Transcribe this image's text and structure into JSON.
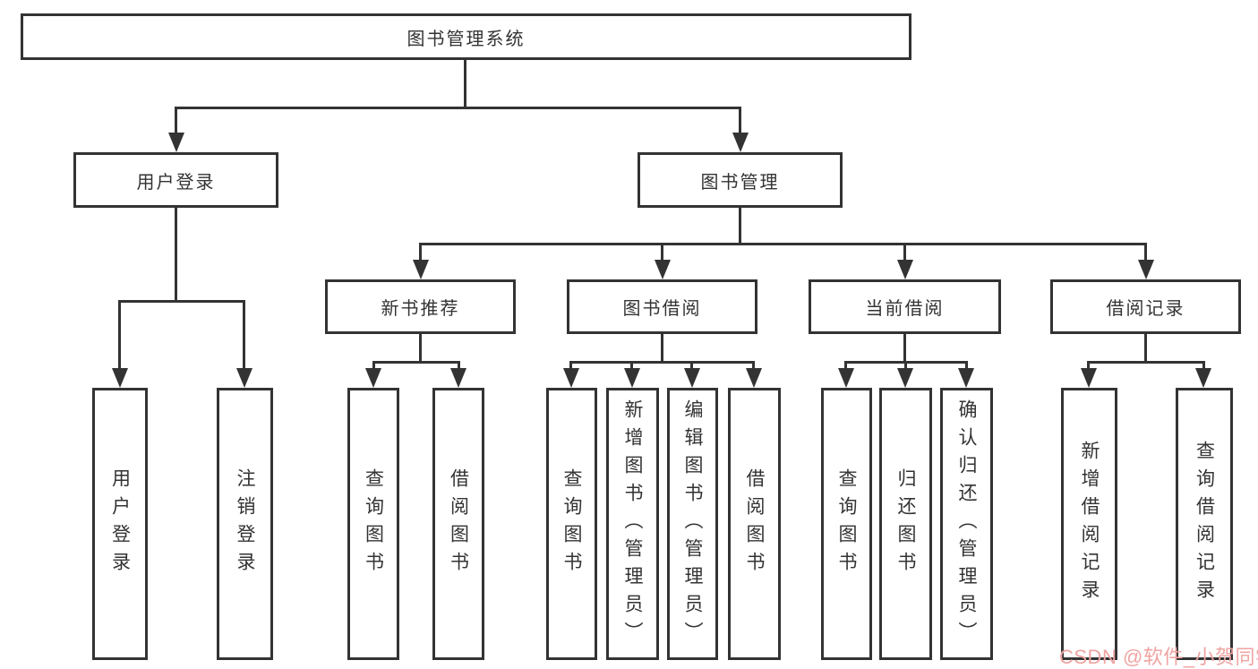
{
  "tree": {
    "root": {
      "label": "图书管理系统"
    },
    "level2": [
      {
        "label": "用户登录",
        "children": [
          {
            "label": "用户登录"
          },
          {
            "label": "注销登录"
          }
        ]
      },
      {
        "label": "图书管理",
        "children": [
          {
            "label": "新书推荐",
            "children": [
              {
                "label": "查询图书"
              },
              {
                "label": "借阅图书"
              }
            ]
          },
          {
            "label": "图书借阅",
            "children": [
              {
                "label": "查询图书"
              },
              {
                "label": "新增图书（管理员）"
              },
              {
                "label": "编辑图书（管理员）"
              },
              {
                "label": "借阅图书"
              }
            ]
          },
          {
            "label": "当前借阅",
            "children": [
              {
                "label": "查询图书"
              },
              {
                "label": "归还图书"
              },
              {
                "label": "确认归还（管理员）"
              }
            ]
          },
          {
            "label": "借阅记录",
            "children": [
              {
                "label": "新增借阅记录"
              },
              {
                "label": "查询借阅记录"
              }
            ]
          }
        ]
      }
    ]
  },
  "colors": {
    "line": "#333333",
    "watermark": "#efa4a2"
  },
  "watermark": {
    "text": "CSDN @软件_小贺同学"
  }
}
